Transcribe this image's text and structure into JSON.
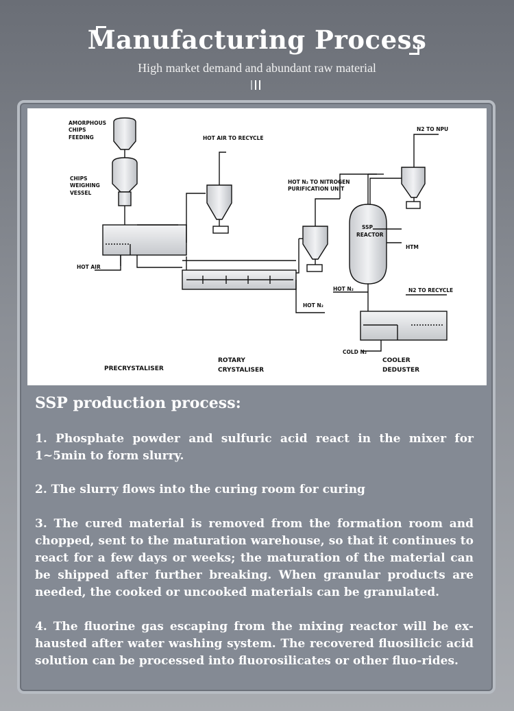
{
  "header": {
    "title": "Manufacturing Process",
    "subtitle": "High market demand and abundant raw material"
  },
  "diagram": {
    "labels": {
      "amorphous": "AMORPHOUS",
      "chips": "CHIPS",
      "feeding": "FEEDING",
      "chips2": "CHIPS",
      "weighing": "WEIGHING",
      "vessel": "VESSEL",
      "hot_air_recycle": "HOT AIR TO  RECYCLE",
      "hot_n2_nitrogen": "HOT N₂ TO NITROGEN",
      "purification_unit": "PURIFICATION UNIT",
      "n2_to_npu": "N2 TO NPU",
      "ssp": "SSP",
      "reactor": "REACTOR",
      "htm": "HTM",
      "hot_air": "HOT AIR",
      "hot_n2_a": "HOT N₂",
      "hot_n2_b": "HOT N₂",
      "n2_to_recycle": "N2 TO RECYCLE",
      "cold_n2": "COLD N₂",
      "precrystaliser": "PRECRYSTALISER",
      "rotary": "ROTARY",
      "crystaliser": "CRYSTALISER",
      "cooler": "COOLER",
      "deduster": "DEDUSTER"
    }
  },
  "content": {
    "section_title": "SSP production process:",
    "paragraphs": [
      "1. Phosphate powder and sulfuric acid react in the mixer for 1~5min to form slurry.",
      "2. The slurry flows into the curing room for curing",
      "3. The cured material is removed from the formation room and chopped, sent to the maturation warehouse, so that it continues to react for a few days or weeks; the maturation of the material can be shipped after further breaking. When granular products are needed, the cooked or uncooked materials can be granulated.",
      "4. The fluorine gas escaping from the mixing reactor will be ex-hausted after water washing system. The recovered fluosilicic acid solution can be processed into fluorosilicates or other fluo-rides."
    ]
  }
}
